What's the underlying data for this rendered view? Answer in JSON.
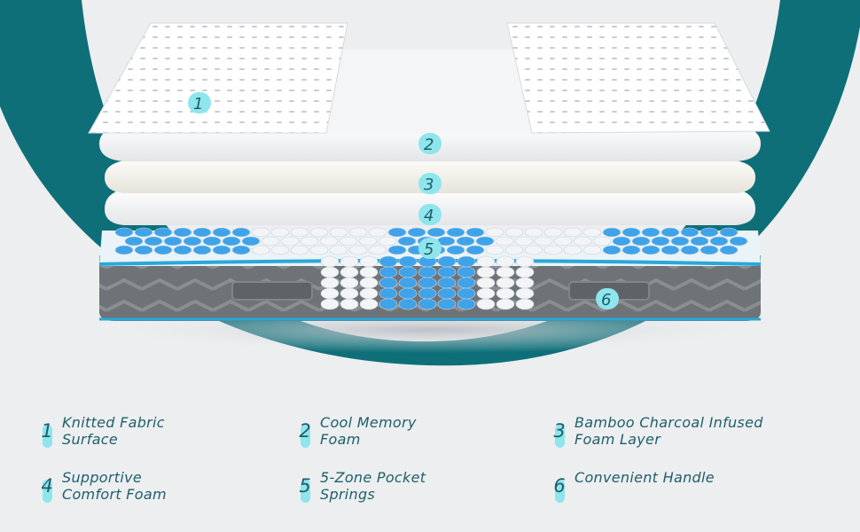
{
  "colors": {
    "teal": "#0e6f78",
    "accent": "#8fe5ec",
    "text": "#1f5f6a",
    "spring_blue": "#3fa3ea",
    "fabric_gray": "#6f7378"
  },
  "layers": [
    {
      "number": "1",
      "label_lines": [
        "Knitted Fabric",
        "Surface"
      ]
    },
    {
      "number": "2",
      "label_lines": [
        "Cool Memory",
        "Foam"
      ]
    },
    {
      "number": "3",
      "label_lines": [
        "Bamboo Charcoal Infused",
        "Foam Layer"
      ]
    },
    {
      "number": "4",
      "label_lines": [
        "Supportive",
        "Comfort Foam"
      ]
    },
    {
      "number": "5",
      "label_lines": [
        "5-Zone Pocket",
        "Springs"
      ]
    },
    {
      "number": "6",
      "label_lines": [
        "Convenient Handle"
      ]
    }
  ]
}
